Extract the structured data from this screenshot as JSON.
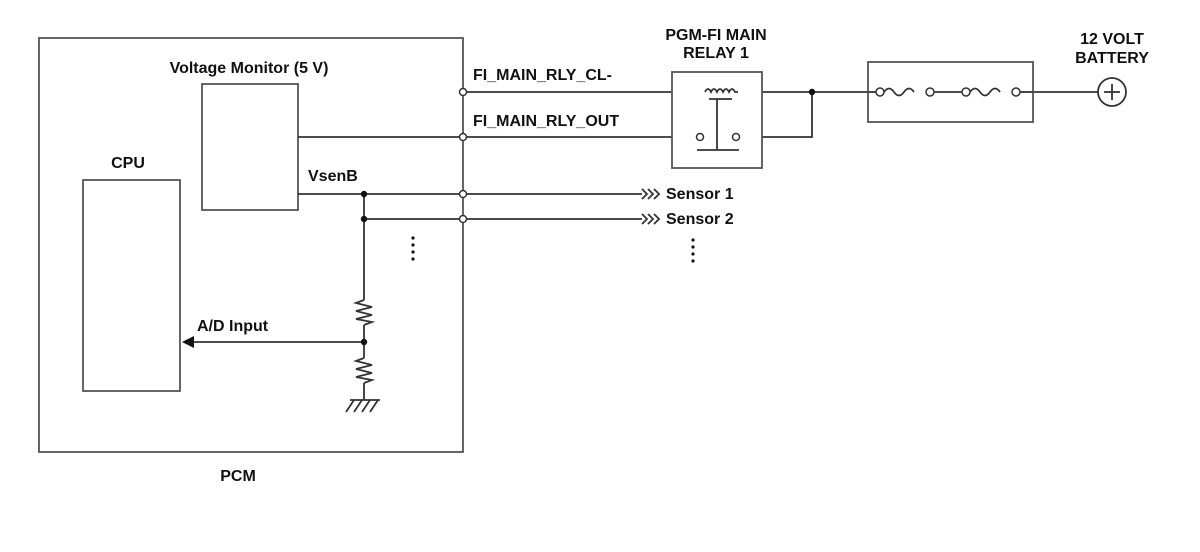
{
  "diagram": {
    "pcm_label": "PCM",
    "voltage_monitor_label": "Voltage Monitor (5 V)",
    "cpu_label": "CPU",
    "vsenb_label": "VsenB",
    "ad_input_label": "A/D Input",
    "signal_rly_cl": "FI_MAIN_RLY_CL-",
    "signal_rly_out": "FI_MAIN_RLY_OUT",
    "relay_label_line1": "PGM-FI MAIN",
    "relay_label_line2": "RELAY 1",
    "battery_label_line1": "12 VOLT",
    "battery_label_line2": "BATTERY",
    "sensor1_label": "Sensor 1",
    "sensor2_label": "Sensor 2"
  },
  "colors": {
    "line": "#333333",
    "background": "#ffffff"
  }
}
